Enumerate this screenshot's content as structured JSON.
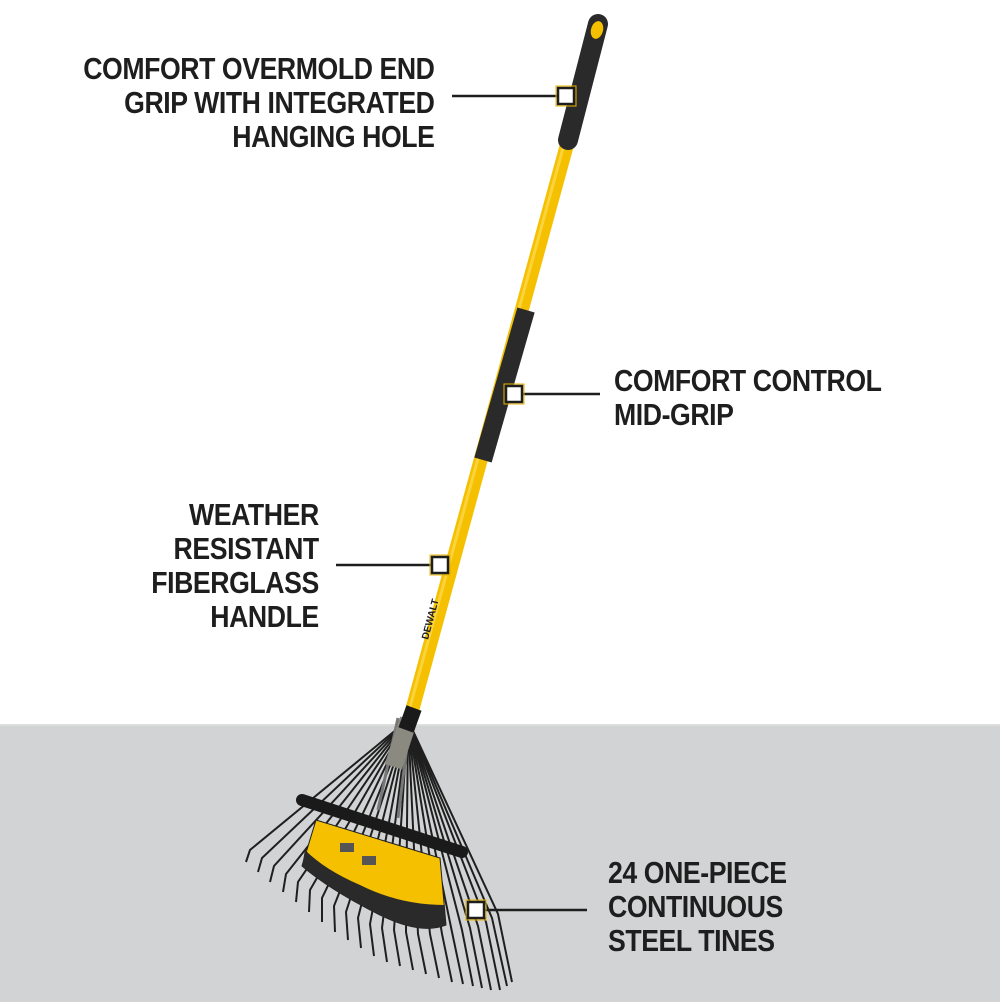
{
  "product": {
    "brand": "DEWALT",
    "colors": {
      "handle_yellow": "#f5c000",
      "grip_black": "#2a2a2a",
      "text": "#1e1e1e",
      "floor_grey": "#d2d3d4",
      "callout_outline": "#e8b400"
    }
  },
  "callouts": [
    {
      "id": "end-grip",
      "lines": [
        "COMFORT OVERMOLD END",
        "GRIP WITH INTEGRATED",
        "HANGING HOLE"
      ]
    },
    {
      "id": "mid-grip",
      "lines": [
        "COMFORT CONTROL",
        "MID-GRIP"
      ]
    },
    {
      "id": "handle",
      "lines": [
        "WEATHER",
        "RESISTANT",
        "FIBERGLASS",
        "HANDLE"
      ]
    },
    {
      "id": "tines",
      "lines": [
        "24 ONE-PIECE",
        "CONTINUOUS",
        "STEEL TINES"
      ]
    }
  ],
  "head_label": {
    "brand": "DEWALT"
  }
}
